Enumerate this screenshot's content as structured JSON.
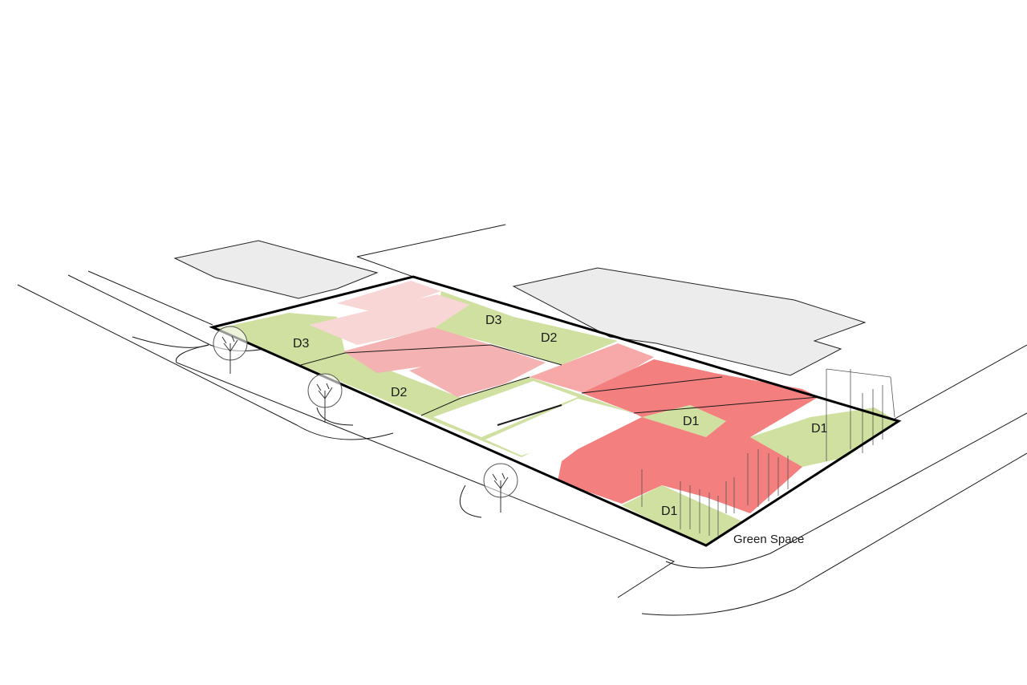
{
  "diagram": {
    "zone_labels": {
      "d3_left": "D3",
      "d3_top": "D3",
      "d2_top": "D2",
      "d2_left": "D2",
      "d1_mid": "D1",
      "d1_right": "D1",
      "d1_bottom": "D1"
    },
    "callout_green_space": "Green Space",
    "colors": {
      "green": "#cfe0a0",
      "pale_pink": "#f8d6d6",
      "light_pink": "#f5b2b2",
      "mid_pink": "#f7a8a8",
      "red": "#f47f7f",
      "neighbor_building": "#ececec",
      "parcel_outline": "#000000"
    }
  }
}
